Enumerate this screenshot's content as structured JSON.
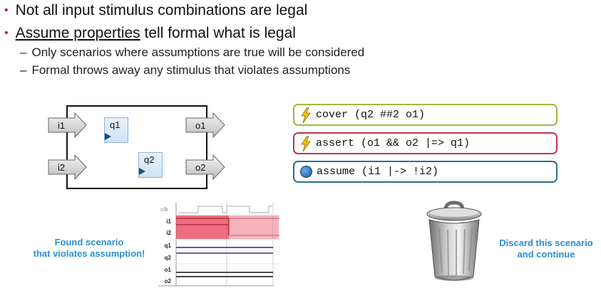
{
  "bullets": [
    {
      "text": "Not all input stimulus combinations are legal"
    },
    {
      "underlined": "Assume properties",
      "rest": " tell formal what is legal"
    }
  ],
  "sub_bullets": [
    "Only scenarios where assumptions are true will be considered",
    "Formal throws away any stimulus that violates assumptions"
  ],
  "diagram": {
    "inputs": [
      "i1",
      "i2"
    ],
    "outputs": [
      "o1",
      "o2"
    ],
    "registers": [
      "q1",
      "q2"
    ]
  },
  "properties": [
    {
      "kind": "cover",
      "code": "cover (q2 ##2 o1)",
      "color": "#9cbc3c",
      "icon": "lightning-bolt-icon"
    },
    {
      "kind": "assert",
      "code": "assert (o1 && o2 |=> q1)",
      "color": "#c3324f",
      "icon": "lightning-bolt-icon"
    },
    {
      "kind": "assume",
      "code": "assume (i1 |-> !i2)",
      "color": "#2b6f8f",
      "icon": "blue-circle-icon"
    }
  ],
  "waveform": {
    "signals": [
      "clk",
      "i1",
      "i2",
      "q1",
      "q2",
      "o1",
      "o2"
    ]
  },
  "notes": {
    "found_line1": "Found scenario",
    "found_line2": "that violates assumption!",
    "discard_line1": "Discard this scenario",
    "discard_line2": "and continue"
  },
  "colors": {
    "bullet": "#c0203a",
    "note": "#2a8fd0",
    "highlight": "#e8344f"
  }
}
